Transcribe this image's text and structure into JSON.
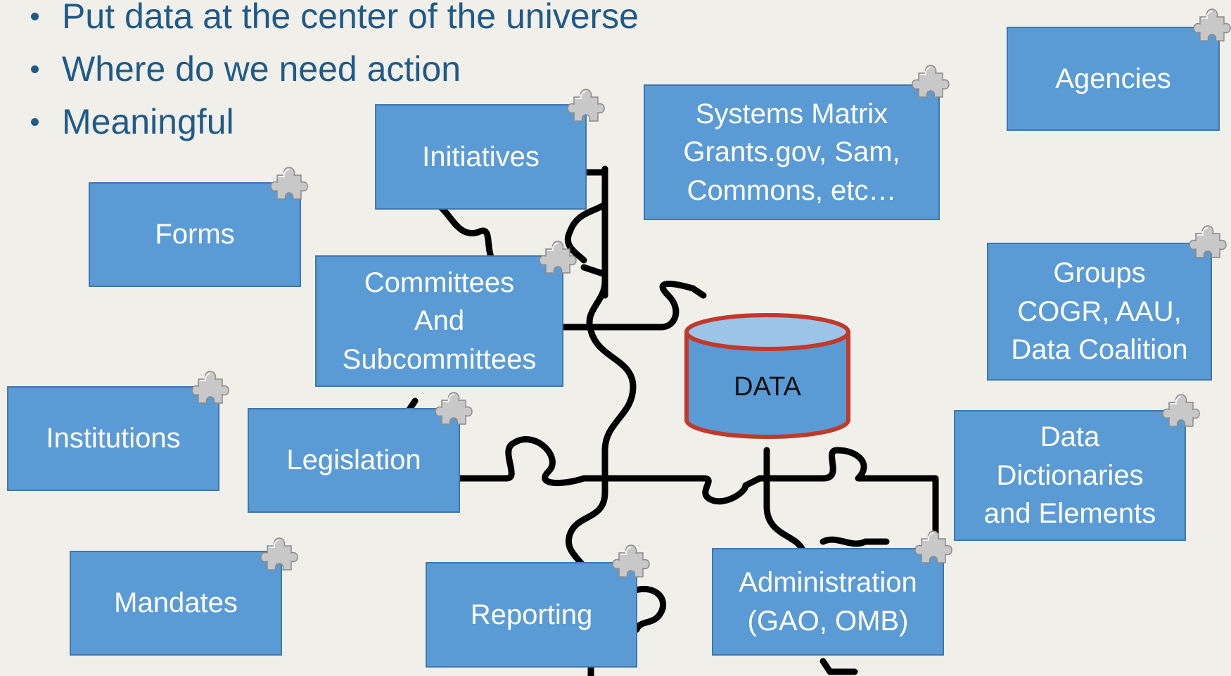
{
  "bullets": [
    "Put data at the center of the universe",
    "Where do we need action",
    "Meaningful"
  ],
  "center_label": "DATA",
  "boxes": {
    "initiatives": "Initiatives",
    "systems_matrix": "Systems Matrix\nGrants.gov, Sam,\nCommons, etc…",
    "agencies": "Agencies",
    "forms": "Forms",
    "committees": "Committees\nAnd\nSubcommittees",
    "groups": "Groups\nCOGR, AAU,\nData Coalition",
    "institutions": "Institutions",
    "legislation": "Legislation",
    "data_dictionaries": "Data\nDictionaries\nand Elements",
    "mandates": "Mandates",
    "reporting": "Reporting",
    "administration": "Administration\n(GAO, OMB)"
  },
  "colors": {
    "box_fill": "#5b9bd5",
    "box_border": "#3f77ae",
    "bullet_text": "#1f5a88",
    "cylinder_fill": "#5b9bd5",
    "cylinder_border": "#c0392b"
  },
  "icons": [
    "puzzle-piece-icon",
    "database-cylinder-icon"
  ]
}
